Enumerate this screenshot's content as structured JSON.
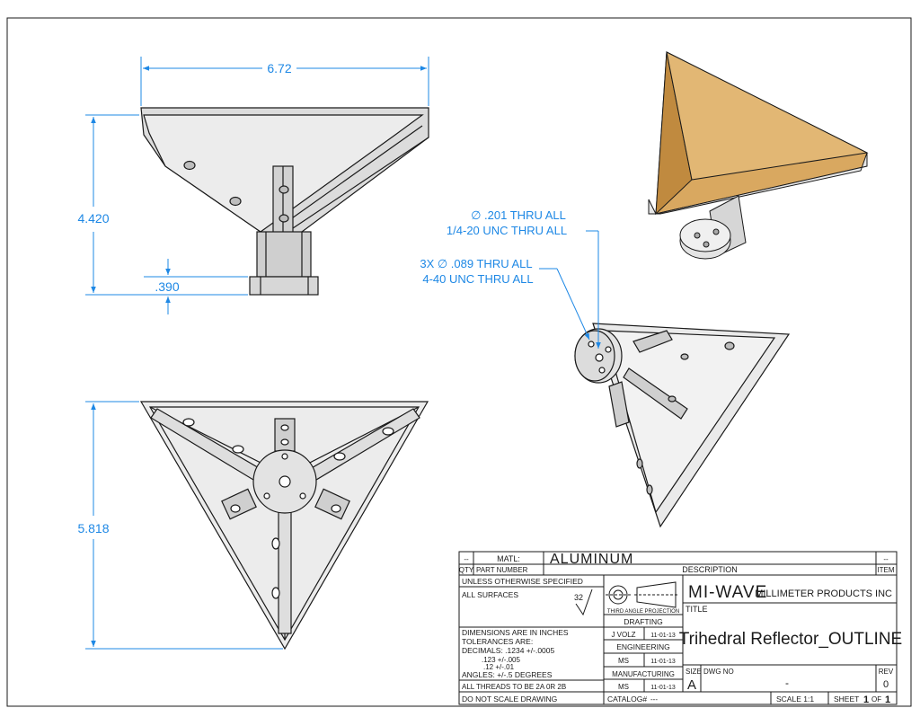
{
  "colors": {
    "dimension": "#1e88e5",
    "line": "#1a1a1a",
    "part_light": "#e6e6e6",
    "part_mid": "#c9c9c9",
    "part_dark": "#a6a6a6",
    "reflector_face": "#d9a860",
    "reflector_face_dark": "#c08a3f"
  },
  "dimensions": {
    "front_width": "6.72",
    "front_height": "4.420",
    "base_height": ".390",
    "top_height": "5.818"
  },
  "callouts": {
    "center_hole_line1": "∅ .201 THRU ALL",
    "center_hole_line2": "1/4-20 UNC  THRU ALL",
    "bolt_holes_line1": "3X ∅ .089 THRU ALL",
    "bolt_holes_line2": "4-40 UNC  THRU ALL"
  },
  "title_block": {
    "row1": {
      "dash_left": "--",
      "matl_label": "MATL:",
      "material": "ALUMINUM",
      "dash_right": "--"
    },
    "row2": {
      "qty": "QTY",
      "part_number": "PART NUMBER",
      "description": "DESCRIPTION",
      "item": "ITEM"
    },
    "unless": "UNLESS OTHERWISE SPECIFIED",
    "all_surfaces": "ALL SURFACES",
    "surface_finish": "32",
    "projection": "THIRD ANGLE PROJECTION",
    "drafting": "DRAFTING",
    "drafting_name": "J VOLZ",
    "drafting_date": "11-01-13",
    "engineering": "ENGINEERING",
    "engineering_name": "MS",
    "engineering_date": "11-01-13",
    "manufacturing": "MANUFACTURING",
    "manufacturing_name": "MS",
    "manufacturing_date": "11-01-13",
    "dims_line1": "DIMENSIONS ARE IN INCHES",
    "dims_line2": "TOLERANCES ARE:",
    "dims_line3": "DECIMALS: .1234 +/-.0005",
    "dims_line4": ".123  +/-.005",
    "dims_line5": ".12  +/-.01",
    "angles": "ANGLES:   +/-.5 DEGREES",
    "threads": "ALL THREADS TO BE 2A 0R 2B",
    "do_not_scale": "DO NOT SCALE DRAWING",
    "catalog_label": "CATALOG#",
    "catalog_value": "---",
    "company": "MI-WAVE",
    "company_sub": "MILLIMETER PRODUCTS INC",
    "title_label": "TITLE",
    "title": "Trihedral Reflector_OUTLINE",
    "size_label": "SIZE",
    "size": "A",
    "dwg_label": "DWG NO",
    "dwg_no": "-",
    "rev_label": "REV",
    "rev": "0",
    "scale": "SCALE  1:1",
    "sheet_label": "SHEET",
    "sheet_num": "1",
    "sheet_of": "OF",
    "sheet_total": "1"
  }
}
